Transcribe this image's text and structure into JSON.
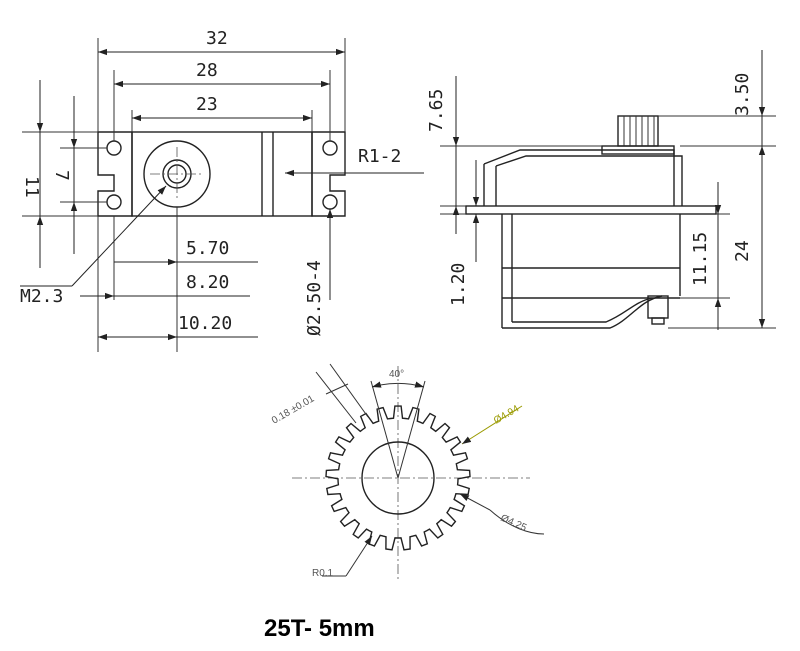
{
  "front_view": {
    "dim_32": "32",
    "dim_28": "28",
    "dim_23": "23",
    "dim_11": "11",
    "dim_7": "7",
    "dim_r": "R1-2",
    "dim_570": "5.70",
    "dim_820": "8.20",
    "dim_1020": "10.20",
    "dim_m23": "M2.3",
    "dim_hole": "Ø2.50-4"
  },
  "side_view": {
    "dim_765": "7.65",
    "dim_350": "3.50",
    "dim_120": "1.20",
    "dim_1115": "11.15",
    "dim_24": "24"
  },
  "gear_view": {
    "tooth_width": "0.18 ±0.01",
    "angle": "40°",
    "outer_dia": "Ø4.94",
    "inner_dia": "Ø4.25",
    "root_radius": "R0.1",
    "caption": "25T- 5mm",
    "tooth_count": 25,
    "accent_color": "#9a9a00"
  }
}
